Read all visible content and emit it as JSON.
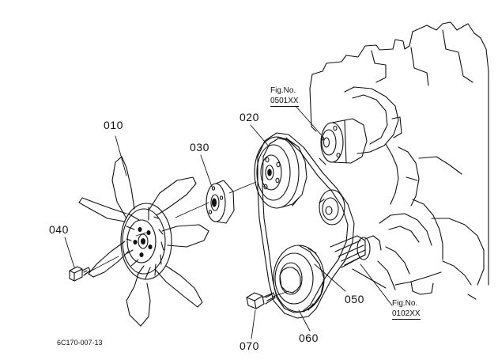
{
  "parts": {
    "fan": "010",
    "belt": "020",
    "spacer": "030",
    "bolt_fan": "040",
    "alternator_pulley": "050",
    "crank_pulley": "060",
    "bolt_crank": "070"
  },
  "fig_refs": {
    "water_pump": {
      "label": "Fig.No.",
      "code": "0501XX"
    },
    "crankshaft": {
      "label": "Fig.No.",
      "code": "0102XX"
    }
  },
  "diagram_code": "6C170-007-13",
  "colors": {
    "line": "#111111",
    "paper": "#ffffff"
  }
}
